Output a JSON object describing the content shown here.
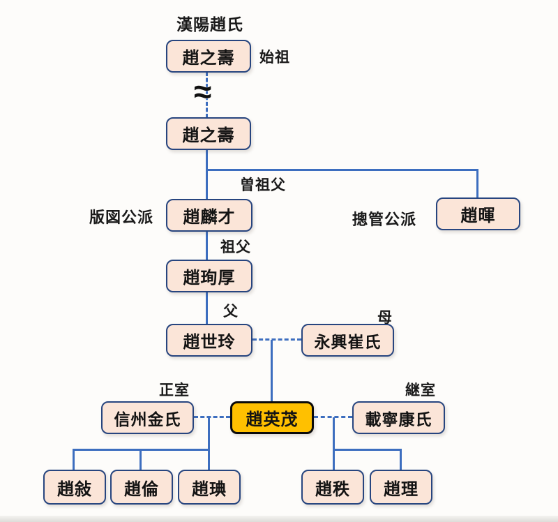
{
  "diagram": {
    "clan_title": "漢陽趙氏",
    "symbols": {
      "generation_gap": "≈"
    },
    "nodes": {
      "founder": "趙之壽",
      "ancestor": "趙之壽",
      "great_grandfather": "趙麟才",
      "chonggwan_member": "趙暉",
      "grandfather": "趙珣厚",
      "father": "趙世玲",
      "mother": "永興崔氏",
      "first_wife": "信州金氏",
      "subject": "趙英茂",
      "second_wife": "載寧康氏",
      "son1": "趙敍",
      "son2": "趙倫",
      "son3": "趙琠",
      "son4": "趙秩",
      "son5": "趙理"
    },
    "annotations": {
      "founder": "始祖",
      "great_grandfather": "曽祖父",
      "grandfather": "祖父",
      "father": "父",
      "mother": "母",
      "first_wife": "正室",
      "second_wife": "継室",
      "pando_branch": "版図公派",
      "chonggwan_branch": "摠管公派"
    },
    "relationships": [
      {
        "from": "founder",
        "to": "ancestor",
        "style": "dashed-generation-gap"
      },
      {
        "from": "ancestor",
        "to": "great_grandfather",
        "style": "descent"
      },
      {
        "from": "ancestor",
        "to": "chonggwan_member",
        "style": "descent"
      },
      {
        "from": "great_grandfather",
        "to": "grandfather",
        "style": "descent"
      },
      {
        "from": "grandfather",
        "to": "father",
        "style": "descent"
      },
      {
        "from": "father",
        "to": "mother",
        "style": "marriage"
      },
      {
        "from": "father+mother",
        "to": "subject",
        "style": "descent"
      },
      {
        "from": "first_wife",
        "to": "subject",
        "style": "marriage"
      },
      {
        "from": "subject",
        "to": "second_wife",
        "style": "marriage"
      },
      {
        "from": "subject+first_wife",
        "to": "son1,son2,son3",
        "style": "descent"
      },
      {
        "from": "subject+second_wife",
        "to": "son4,son5",
        "style": "descent"
      }
    ],
    "colors": {
      "background": "#fdfcfa",
      "node_fill": "#fbe5d8",
      "node_border": "#27457f",
      "highlight_fill": "#ffc000",
      "highlight_border": "#0a0a0a",
      "line": "#3d6ebf",
      "text": "#131313"
    }
  }
}
